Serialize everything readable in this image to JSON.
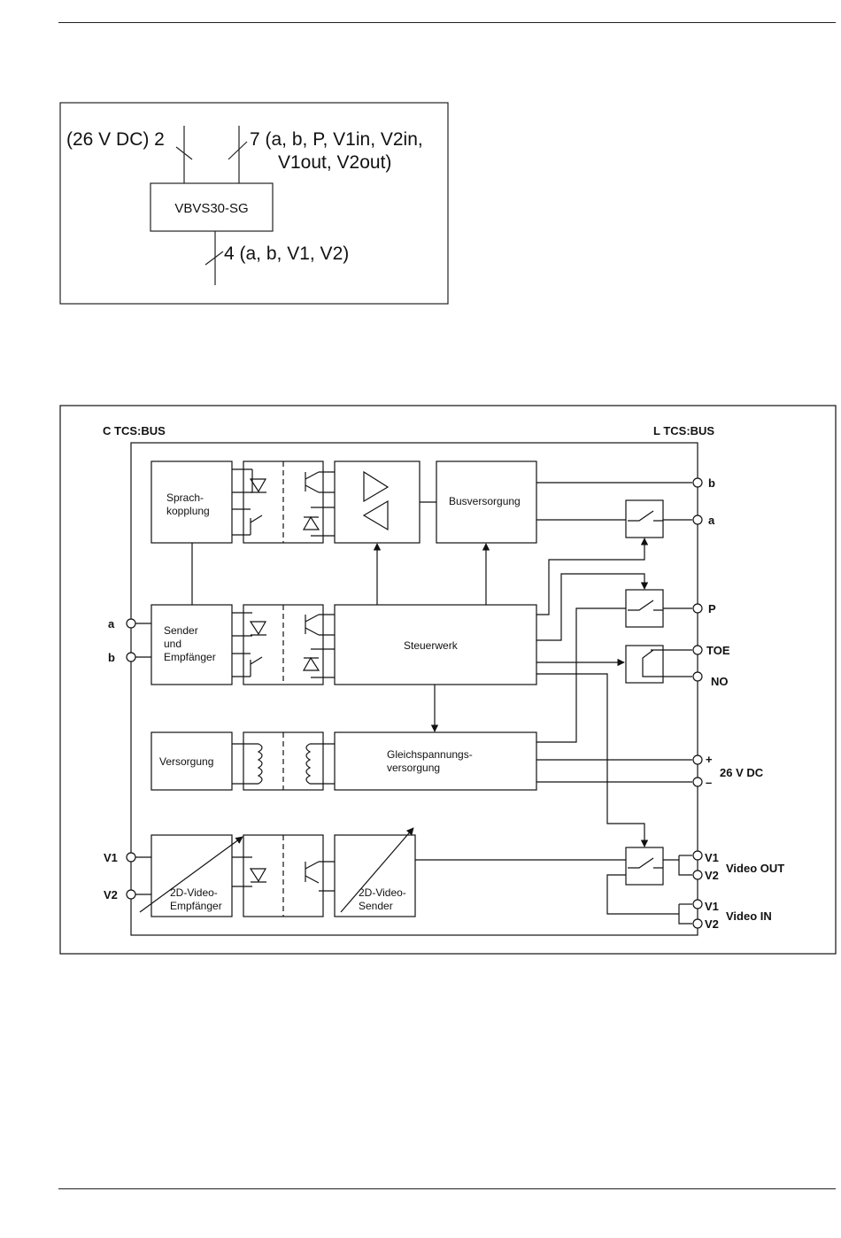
{
  "wiring": {
    "left_label": "(26 V DC) 2",
    "right_label_line1": "7 (a, b, P, V1in, V2in,",
    "right_label_line2": "V1out, V2out)",
    "device": "VBVS30-SG",
    "bottom_label": "4 (a, b, V1, V2)"
  },
  "block": {
    "header_left": "C TCS:BUS",
    "header_right": "L TCS:BUS",
    "sprach_1": "Sprach-",
    "sprach_2": "kopplung",
    "bus": "Busversorgung",
    "sender_1": "Sender",
    "sender_2": "und",
    "sender_3": "Empfänger",
    "steuerwerk": "Steuerwerk",
    "versorgung": "Versorgung",
    "gleich_1": "Gleichspannungs-",
    "gleich_2": "versorgung",
    "empf_1": "2D-Video-",
    "empf_2": "Empfänger",
    "send_1": "2D-Video-",
    "send_2": "Sender",
    "left_terminals": {
      "a": "a",
      "b": "b",
      "v1": "V1",
      "v2": "V2"
    },
    "right_terminals": {
      "b": "b",
      "a": "a",
      "p": "P",
      "toe": "TOE",
      "no": "NO",
      "plus": "+",
      "minus": "–",
      "dc": "26 V DC",
      "vo1": "V1",
      "vo2": "V2",
      "video_out": "Video OUT",
      "vi1": "V1",
      "vi2": "V2",
      "video_in": "Video IN"
    }
  }
}
